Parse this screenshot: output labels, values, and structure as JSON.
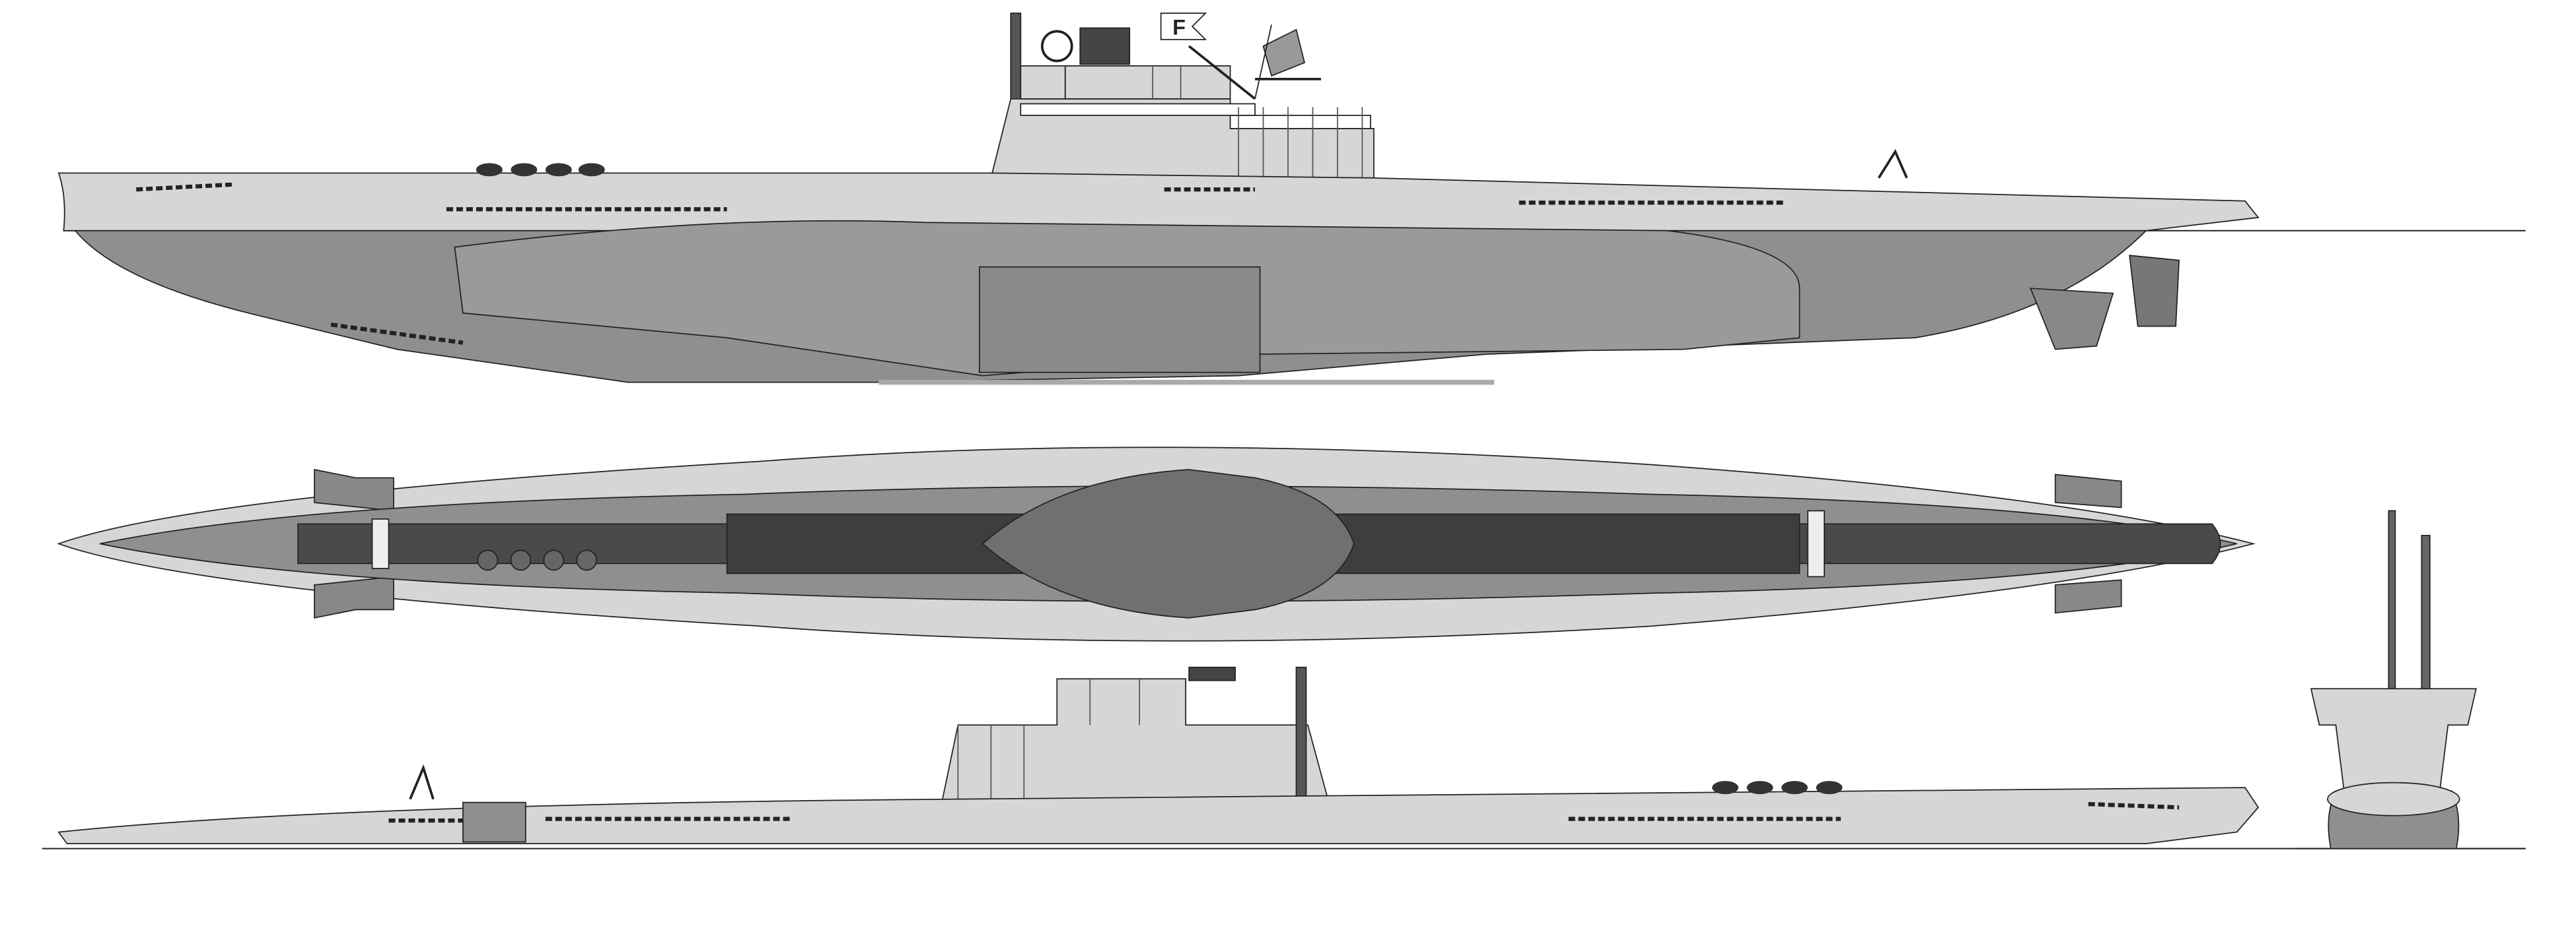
{
  "drawing": {
    "views": [
      "side-starboard",
      "top",
      "side-port",
      "front"
    ],
    "flag_letter": "F"
  },
  "colors": {
    "hull_light": "#d6d6d8",
    "hull_mid": "#8f8f92",
    "hull_dark": "#5e5e60",
    "deck": "#4a4a4c",
    "outline": "#222222",
    "background": "#ffffff"
  }
}
